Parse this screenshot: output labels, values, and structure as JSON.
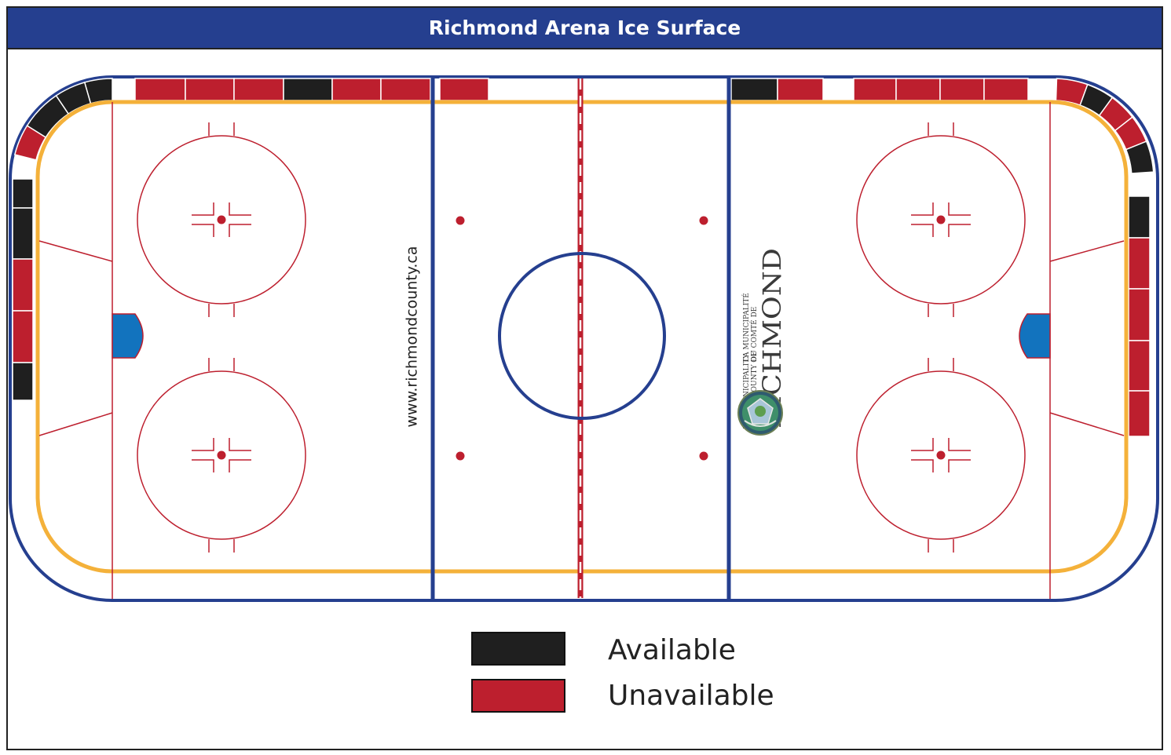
{
  "title": "Richmond Arena Ice Surface",
  "website": "www.richmondcounty.ca",
  "logo": {
    "line1": "THE MUNICIPALITY",
    "line2": "OF THE COUNTY OF",
    "line3": "LA MUNICIPALITÉ",
    "line4": "DU COMTÉ DE",
    "name": "RICHMOND",
    "emblem_icon": "county-crest-icon"
  },
  "legend": [
    {
      "label": "Available",
      "status": "available"
    },
    {
      "label": "Unavailable",
      "status": "unavailable"
    }
  ],
  "colors": {
    "available": "#1f1f1f",
    "unavailable": "#bd1f2e",
    "boards": "#253f8f",
    "kickplate": "#f4b13a",
    "red_line": "#bd1f2e",
    "crease": "#1273be",
    "header": "#253f8f"
  },
  "boards": {
    "top": [
      "unavailable",
      "unavailable",
      "unavailable",
      "available",
      "unavailable",
      "unavailable",
      "unavailable",
      "available",
      "unavailable",
      "unavailable",
      "unavailable",
      "unavailable",
      "unavailable"
    ],
    "top_left_corner": [
      "available",
      "available",
      "available",
      "unavailable"
    ],
    "left": [
      "available",
      "available",
      "unavailable",
      "unavailable",
      "available"
    ],
    "top_right_corner": [
      "unavailable",
      "available",
      "unavailable",
      "unavailable",
      "available"
    ],
    "right": [
      "available",
      "unavailable",
      "unavailable",
      "unavailable",
      "unavailable"
    ]
  }
}
